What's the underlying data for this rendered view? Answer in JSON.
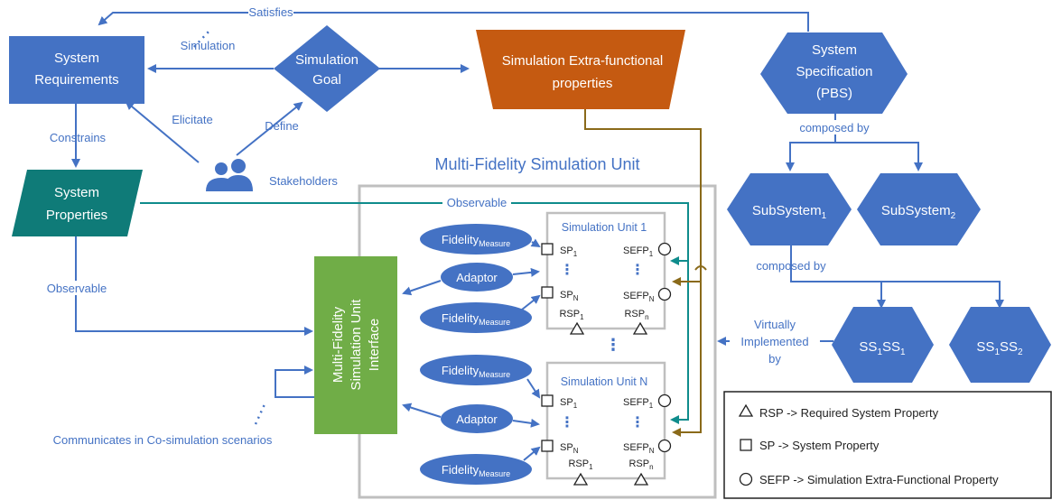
{
  "nodes": {
    "system_requirements": [
      "System",
      "Requirements"
    ],
    "simulation_goal": [
      "Simulation",
      "Goal"
    ],
    "extra_functional": [
      "Simulation Extra-functional",
      "properties"
    ],
    "system_spec": [
      "System",
      "Specification",
      "(PBS)"
    ],
    "system_properties": [
      "System",
      "Properties"
    ],
    "mf_interface": [
      "Multi-Fidelity",
      "Simulation Unit",
      "Interface"
    ],
    "subsystem_1": "SubSystem",
    "subsystem_1_sub": "1",
    "subsystem_2": "SubSystem",
    "subsystem_2_sub": "2",
    "ss1ss1": "SS",
    "ss1ss2": "SS"
  },
  "edge_labels": {
    "satisfies": "Satisfies",
    "simulation": "Simulation",
    "elicitate": "Elicitate",
    "define": "Define",
    "constrains": "Constrains",
    "stakeholders": "Stakeholders",
    "observable_left": "Observable",
    "observable_top": "Observable",
    "composed_by_1": "composed by",
    "composed_by_2": "composed by",
    "virtually_implemented": [
      "Virtually",
      "Implemented",
      "by"
    ],
    "communicates": "Communicates in Co-simulation scenarios"
  },
  "container_title": "Multi-Fidelity Simulation Unit",
  "units": [
    {
      "title": "Simulation Unit 1"
    },
    {
      "title": "Simulation Unit N"
    }
  ],
  "unit_ports": {
    "sp": "SP",
    "sefp": "SEFP",
    "rsp": "RSP",
    "sub_1": "1",
    "sub_N": "N",
    "sub_n": "n"
  },
  "fidelity": {
    "main": "Fidelity",
    "sub": "Measure"
  },
  "adaptor": "Adaptor",
  "legend": {
    "rsp": "RSP -> Required System Property",
    "sp": "SP -> System Property",
    "sefp": "SEFP -> Simulation Extra-Functional Property"
  },
  "colors": {
    "blue": "#4472c4",
    "orange": "#c55a11",
    "teal": "#0f7b78",
    "green": "#70ad47",
    "grey_border": "#bfbfbf",
    "teal_line": "#0f8c8c",
    "brown_line": "#8a6a1a"
  }
}
